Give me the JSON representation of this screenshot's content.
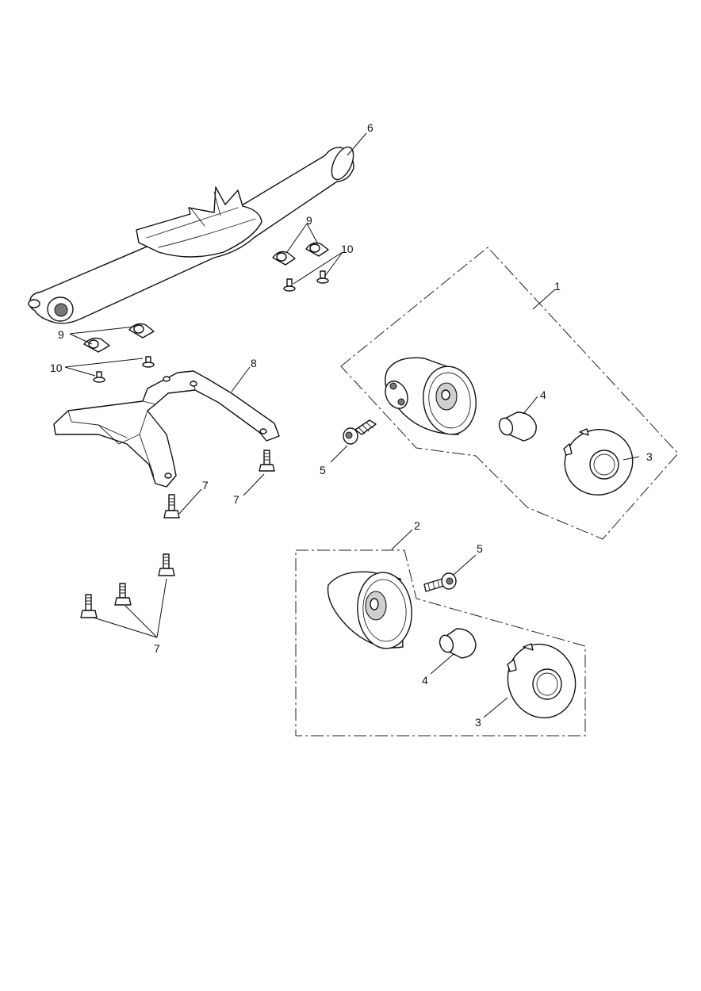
{
  "callouts": {
    "c1": "1",
    "c2": "2",
    "c3a": "3",
    "c3b": "3",
    "c4a": "4",
    "c4b": "4",
    "c5a": "5",
    "c5b": "5",
    "c6": "6",
    "c7a": "7",
    "c7b": "7",
    "c7c": "7",
    "c8": "8",
    "c9a": "9",
    "c9b": "9",
    "c10a": "10",
    "c10b": "10"
  }
}
